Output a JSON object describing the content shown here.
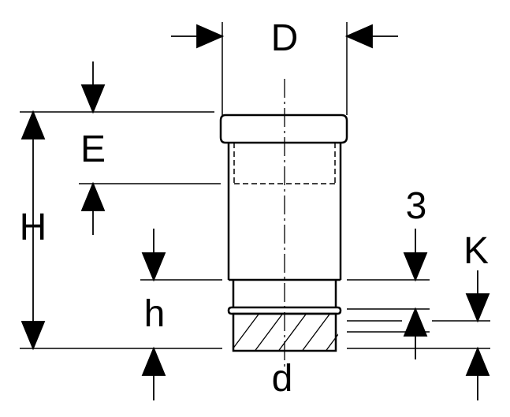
{
  "labels": {
    "D": "D",
    "E": "E",
    "H": "H",
    "three": "3",
    "K": "K",
    "h": "h",
    "d": "d"
  },
  "colors": {
    "line": "#000000",
    "background": "#ffffff"
  }
}
